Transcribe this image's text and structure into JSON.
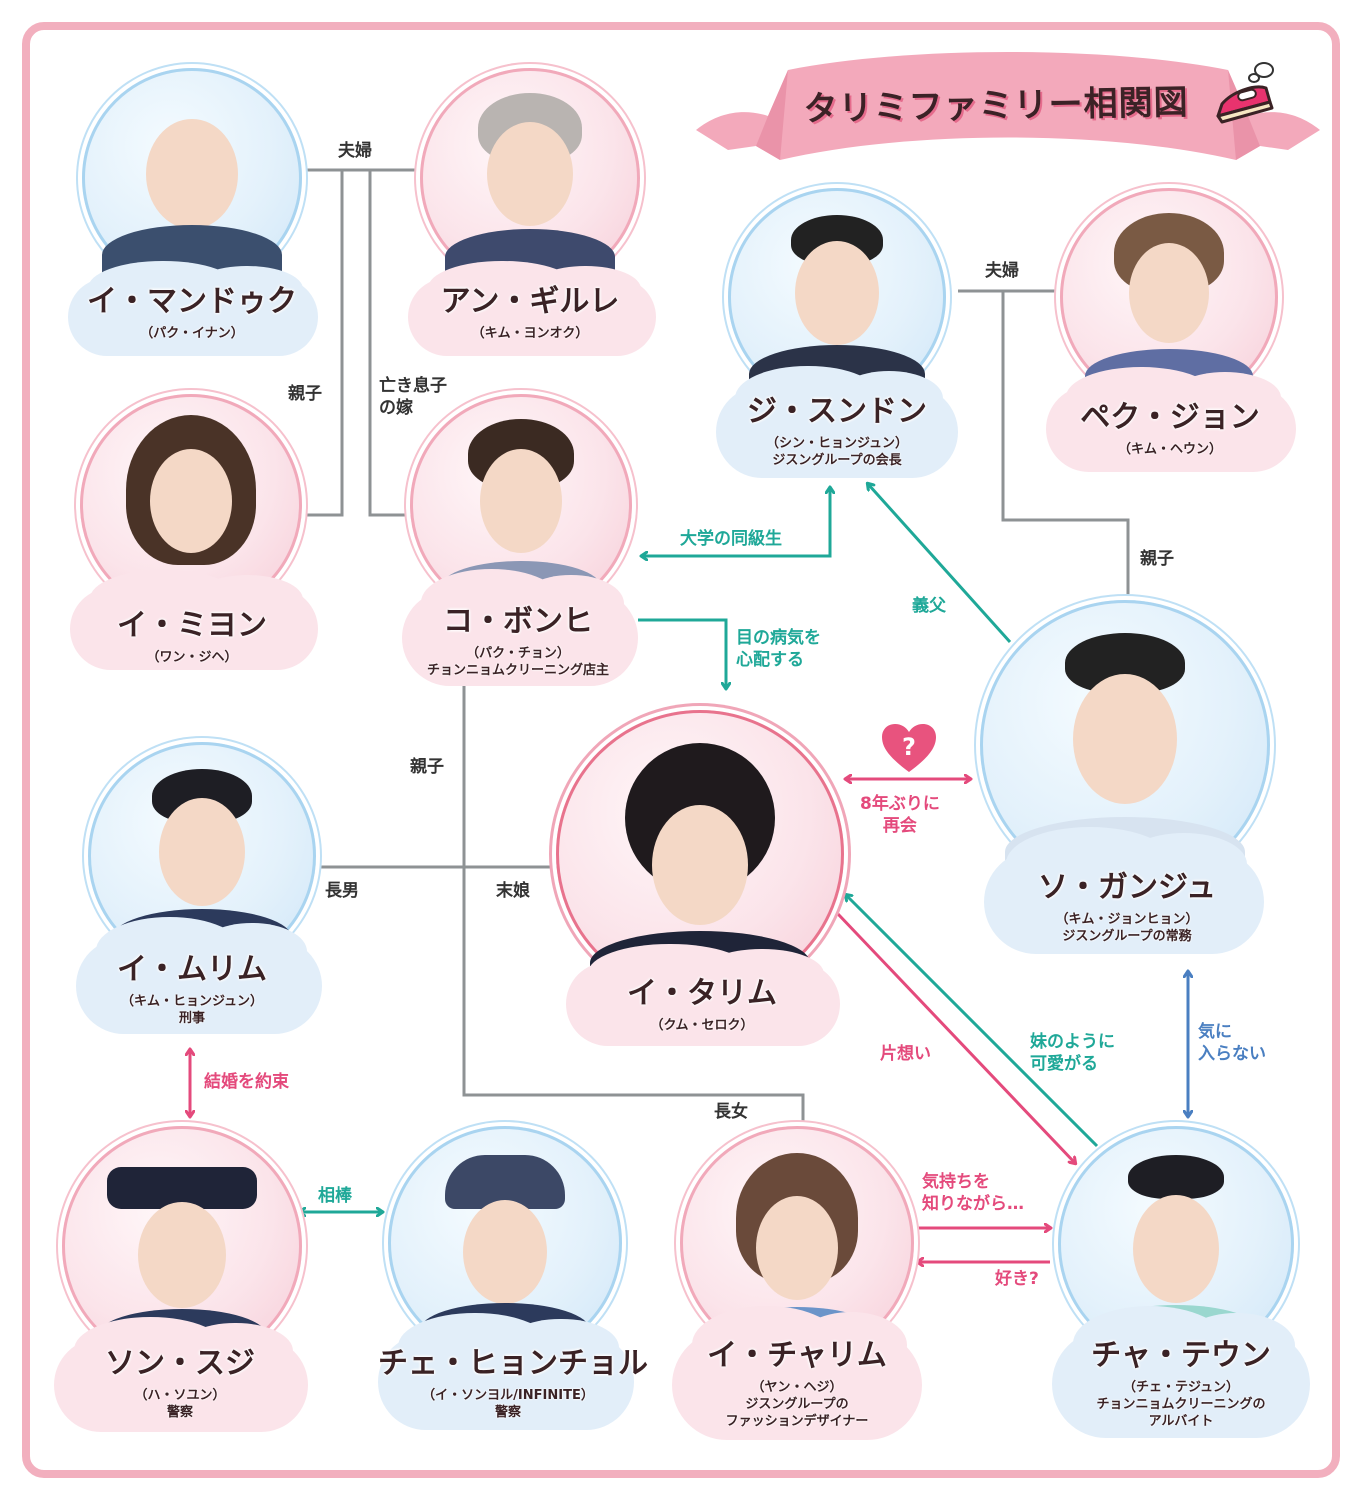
{
  "title": "タリミファミリー相関図",
  "colors": {
    "frame": "#f2afbe",
    "banner": "#f3a9bb",
    "family_line": "#8e9294",
    "teal": "#1fa898",
    "pink": "#e44a7c",
    "blue": "#4a7fc1",
    "blue_cloud": "#e2eef9",
    "pink_cloud": "#fbe4ea"
  },
  "characters": [
    {
      "id": "i-mandeuk",
      "name": "イ・マンドゥク",
      "actor": "（パク・イナン）",
      "role": "",
      "theme": "blue"
    },
    {
      "id": "an-gille",
      "name": "アン・ギルレ",
      "actor": "（キム・ヨンオク）",
      "role": "",
      "theme": "pink"
    },
    {
      "id": "ji-seungdon",
      "name": "ジ・スンドン",
      "actor": "（シン・ヒョンジュン）",
      "role": "ジスングループの会長",
      "theme": "blue"
    },
    {
      "id": "baek-jiyeon",
      "name": "ペク・ジョン",
      "actor": "（キム・ヘウン）",
      "role": "",
      "theme": "pink"
    },
    {
      "id": "i-miyeon",
      "name": "イ・ミヨン",
      "actor": "（ワン・ジヘ）",
      "role": "",
      "theme": "pink"
    },
    {
      "id": "go-bonhui",
      "name": "コ・ボンヒ",
      "actor": "（パク・チョン）",
      "role": "チョンニョムクリーニング店主",
      "theme": "pink"
    },
    {
      "id": "seo-gangju",
      "name": "ソ・ガンジュ",
      "actor": "（キム・ジョンヒョン）",
      "role": "ジスングループの常務",
      "theme": "blue"
    },
    {
      "id": "i-murim",
      "name": "イ・ムリム",
      "actor": "（キム・ヒョンジュン）",
      "role": "刑事",
      "theme": "blue"
    },
    {
      "id": "i-tarim",
      "name": "イ・タリム",
      "actor": "（クム・セロク）",
      "role": "",
      "theme": "pink"
    },
    {
      "id": "son-suji",
      "name": "ソン・スジ",
      "actor": "（ハ・ソユン）",
      "role": "警察",
      "theme": "pink"
    },
    {
      "id": "choi-hyeoncheol",
      "name": "チェ・ヒョンチョル",
      "actor": "（イ・ソンヨル/INFINITE）",
      "role": "警察",
      "theme": "blue"
    },
    {
      "id": "i-charim",
      "name": "イ・チャリム",
      "actor": "（ヤン・ヘジ）",
      "role": "ジスングループの\nファッションデザイナー",
      "theme": "pink"
    },
    {
      "id": "cha-taeun",
      "name": "チャ・テウン",
      "actor": "（チェ・テジュン）",
      "role": "チョンニョムクリーニングの\nアルバイト",
      "theme": "blue"
    }
  ],
  "relations": {
    "couple_1": "夫婦",
    "parent_child_1": "親子",
    "late_sons_wife": "亡き息子\nの嫁",
    "couple_2": "夫婦",
    "parent_child_2": "親子",
    "college_classmates": "大学の同級生",
    "father_in_law": "義父",
    "worried_eye_disease": "目の病気を\n心配する",
    "parent_child_3": "親子",
    "reunion": "8年ぶりに\n再会",
    "heart_mark": "?",
    "eldest_son": "長男",
    "youngest_daughter": "末娘",
    "engaged": "結婚を約束",
    "one_sided_love": "片想い",
    "like_a_sister": "妹のように\n可愛がる",
    "dislike": "気に\n入らない",
    "eldest_daughter": "長女",
    "partners": "相棒",
    "knowing_feelings": "気持ちを\n知りながら…",
    "likes": "好き?"
  }
}
